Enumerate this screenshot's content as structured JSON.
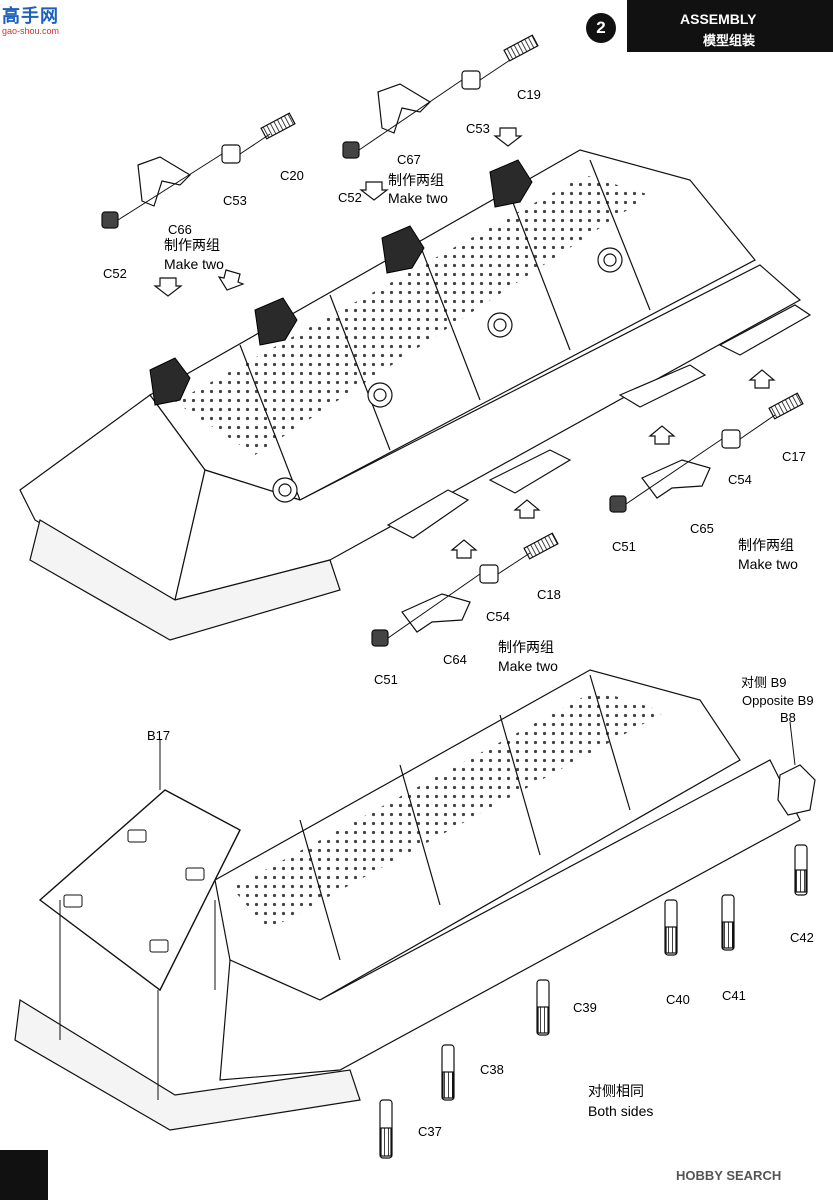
{
  "header": {
    "step_number": "2",
    "title_en": "ASSEMBLY",
    "title_cn": "模型组装"
  },
  "logo": {
    "text_cn": "高手网",
    "url_text": "gao-shou.com"
  },
  "watermark": "HOBBY SEARCH",
  "parts": {
    "c19": "C19",
    "c53_right": "C53",
    "c67": "C67",
    "c52_mid": "C52",
    "c20": "C20",
    "c53_left": "C53",
    "c66": "C66",
    "c52_left": "C52",
    "c17": "C17",
    "c54_upper": "C54",
    "c65": "C65",
    "c51_upper": "C51",
    "c18": "C18",
    "c54_lower": "C54",
    "c64": "C64",
    "c51_lower": "C51",
    "b17": "B17",
    "b8": "B8",
    "c42": "C42",
    "c41": "C41",
    "c40": "C40",
    "c39": "C39",
    "c38": "C38",
    "c37": "C37"
  },
  "notes": {
    "make_two_1_cn": "制作两组",
    "make_two_1_en": "Make two",
    "make_two_2_cn": "制作两组",
    "make_two_2_en": "Make two",
    "make_two_3_cn": "制作两组",
    "make_two_3_en": "Make two",
    "make_two_4_cn": "制作两组",
    "make_two_4_en": "Make two",
    "opposite_cn": "对侧 B9",
    "opposite_en": "Opposite B9",
    "both_sides_cn": "对侧相同",
    "both_sides_en": "Both sides"
  }
}
